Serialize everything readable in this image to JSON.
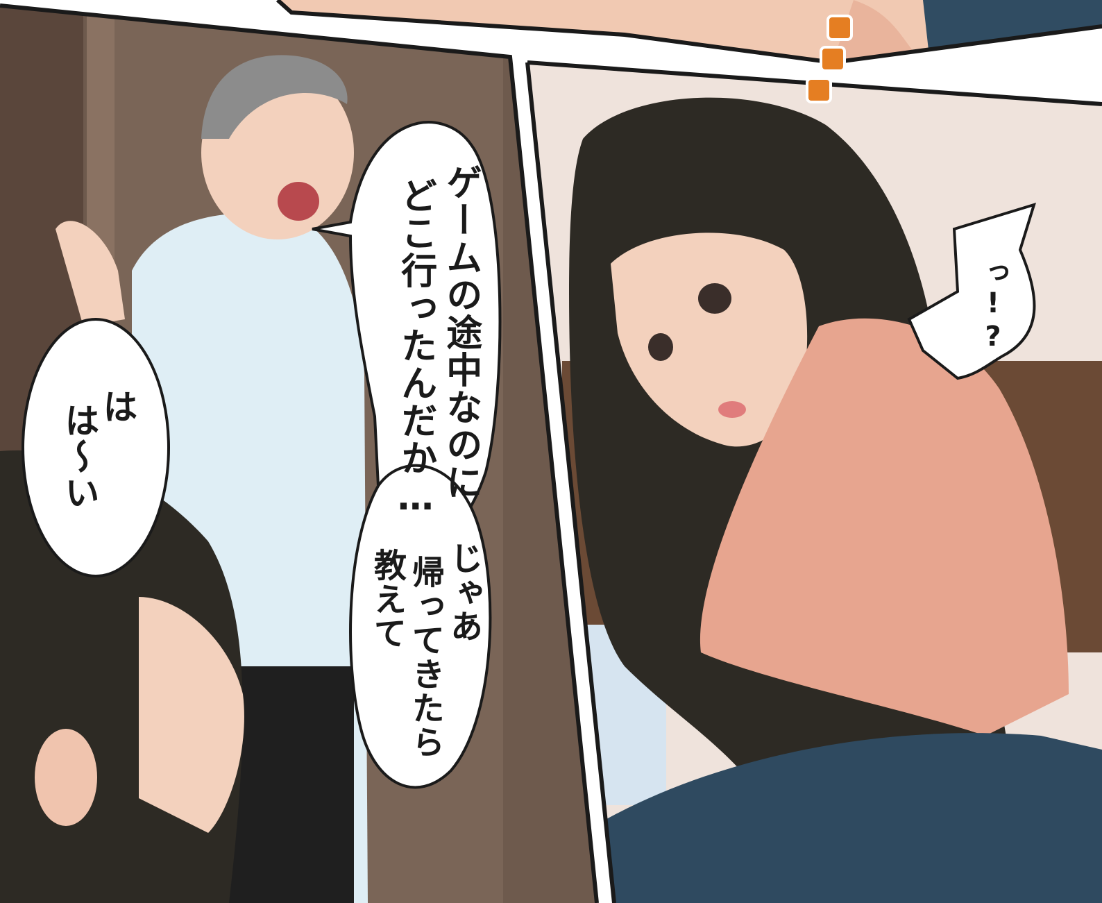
{
  "panels": {
    "top": {
      "name": "top-panel"
    },
    "left": {
      "name": "left-panel",
      "dialogue": {
        "man_line_1": "ゲームの途中なのに",
        "man_line_2": "どこ行ったんだか…",
        "man_line_3": "じゃあ",
        "man_line_4": "帰ってきたら",
        "man_line_5": "教えて",
        "girl_line_1": "は",
        "girl_line_2": "は～い"
      }
    },
    "right": {
      "name": "right-panel",
      "dialogue": {
        "woman_line": "っ!?"
      }
    }
  },
  "colors": {
    "gutter": "#ffffff",
    "panel_border": "#1a1a1a",
    "door_wall": "#6e5a4d",
    "room_wall": "#efe3dc",
    "hair": "#2d2a24",
    "skin": "#f3d1bd",
    "shirt": "#dfeef5",
    "sweater": "#e7a58f",
    "blanket": "#2f4a60",
    "accent": "#e57e22"
  }
}
